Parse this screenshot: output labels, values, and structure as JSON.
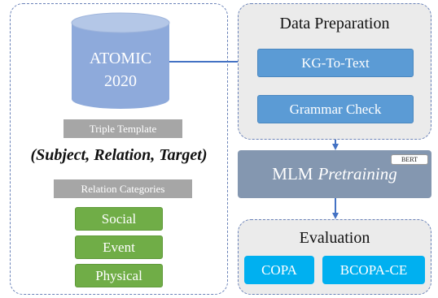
{
  "source": {
    "name_line1": "ATOMIC",
    "name_line2": "2020",
    "triple_template_label": "Triple Template",
    "triple_text": "(Subject, Relation, Target)",
    "relation_categories_label": "Relation Categories",
    "categories": [
      "Social",
      "Event",
      "Physical"
    ]
  },
  "data_preparation": {
    "title": "Data Preparation",
    "steps": [
      "KG-To-Text",
      "Grammar Check"
    ]
  },
  "pretraining": {
    "label_main": "MLM",
    "label_italic": "Pretraining",
    "model_tag": "BERT"
  },
  "evaluation": {
    "title": "Evaluation",
    "benchmarks": [
      "COPA",
      "BCOPA-CE"
    ]
  },
  "colors": {
    "panel_border": "#6a82b8",
    "panel_fill": "#ebebeb",
    "step_blue": "#5b9bd5",
    "cylinder_blue": "#8eaadb",
    "mlm_gray_blue": "#8497b0",
    "eval_cyan": "#00b0f0",
    "category_green": "#70ad47",
    "label_gray": "#a6a6a6",
    "arrow": "#4472c4"
  }
}
